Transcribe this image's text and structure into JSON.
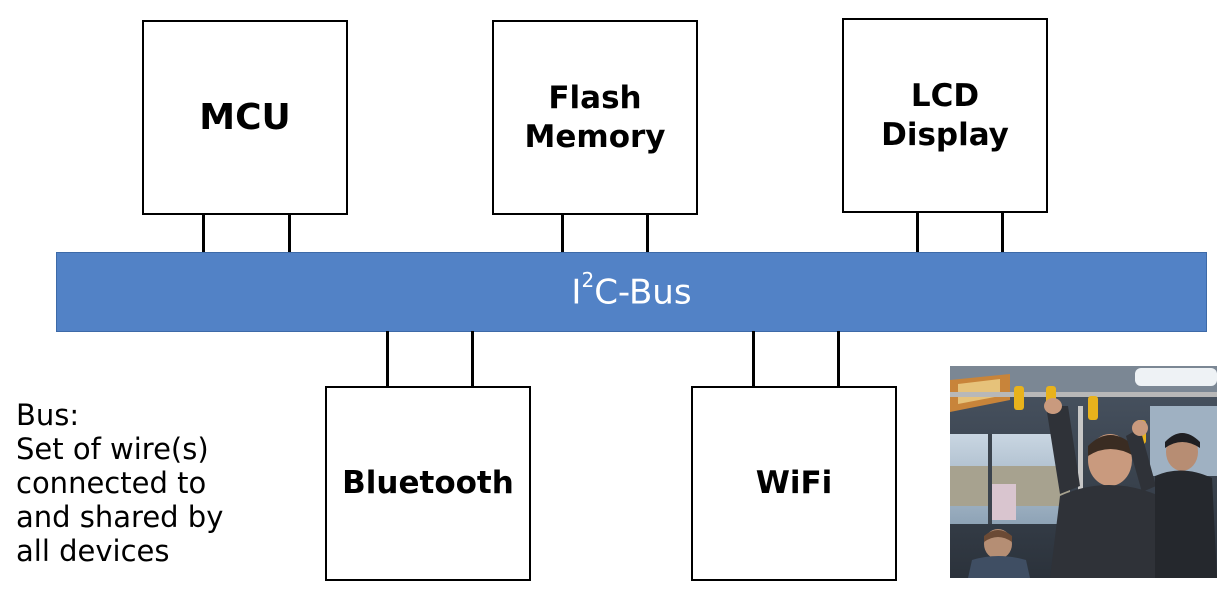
{
  "devices_top": [
    {
      "line1": "MCU",
      "line2": ""
    },
    {
      "line1": "Flash",
      "line2": "Memory"
    },
    {
      "line1": "LCD",
      "line2": "Display"
    }
  ],
  "devices_bottom": [
    {
      "label": "Bluetooth"
    },
    {
      "label": "WiFi"
    }
  ],
  "bus": {
    "prefix": "I",
    "superscript": "2",
    "suffix": "C-Bus",
    "color": "#5282c6"
  },
  "caption": {
    "title": "Bus:",
    "lines": [
      "Set of wire(s)",
      "connected to",
      "and shared by",
      "all devices"
    ]
  }
}
